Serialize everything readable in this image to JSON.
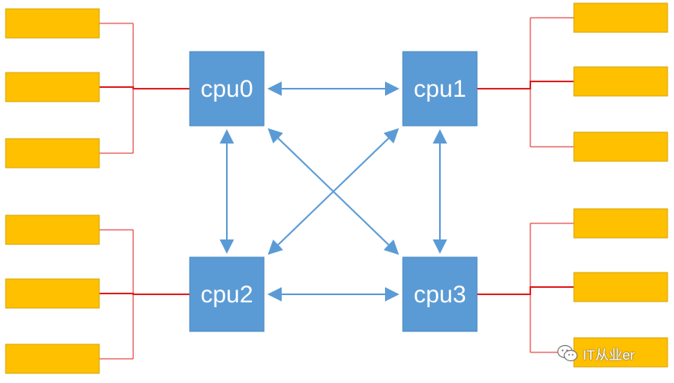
{
  "colors": {
    "cpu_fill": "#5B9BD5",
    "cpu_stroke": "#4A88C2",
    "mem_fill": "#FFC000",
    "mem_stroke": "#D6A300",
    "bus_line": "#E02020",
    "interconnect": "#5B9BD5"
  },
  "cpus": [
    {
      "id": "cpu0",
      "label": "cpu0"
    },
    {
      "id": "cpu1",
      "label": "cpu1"
    },
    {
      "id": "cpu2",
      "label": "cpu2"
    },
    {
      "id": "cpu3",
      "label": "cpu3"
    }
  ],
  "memory_banks": {
    "cpu0": 3,
    "cpu1": 3,
    "cpu2": 3,
    "cpu3": 3
  },
  "links": [
    [
      "cpu0",
      "cpu1"
    ],
    [
      "cpu0",
      "cpu2"
    ],
    [
      "cpu1",
      "cpu3"
    ],
    [
      "cpu2",
      "cpu3"
    ],
    [
      "cpu0",
      "cpu3"
    ],
    [
      "cpu1",
      "cpu2"
    ]
  ],
  "watermark": {
    "text": "IT从业er",
    "icon": "wechat-icon"
  }
}
